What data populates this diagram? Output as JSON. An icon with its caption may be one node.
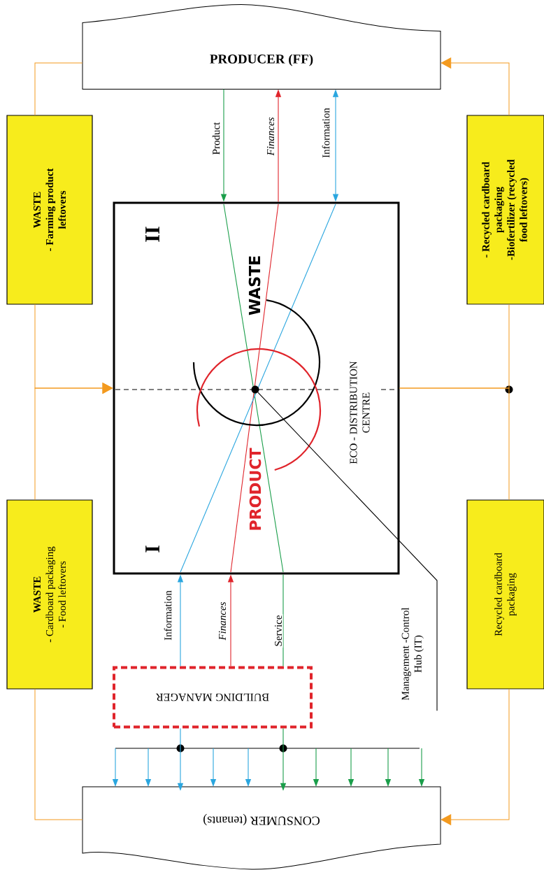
{
  "diagram": {
    "nodes": [
      {
        "text": [
          "PRODUCER (FF)"
        ]
      },
      {
        "text": [
          "WASTE",
          "- Farming product leftovers"
        ]
      },
      {
        "text": [
          "- Recycled cardboard packaging",
          "-Biofertilizer (recycled food leftovers)"
        ]
      },
      {
        "text": [
          "ECO - DISTRIBUTION CENTRE"
        ]
      },
      {
        "text": [],
        "shape": "circle",
        "in": 3
      },
      {
        "text": [
          "WASTE",
          "- Cardboard packaging",
          "- Food leftovers"
        ]
      },
      {
        "text": [
          "Recycled cardboard packaging"
        ]
      },
      {
        "text": [
          "BUILDING MANAGER"
        ]
      },
      {
        "text": [
          "Management -Control Hub (IT)"
        ]
      },
      {
        "text": [
          "CONSUMER (tenants)"
        ]
      }
    ],
    "edges": [
      {
        "from": 0,
        "to": 3,
        "arrow": "to",
        "label": "Product",
        "color": "#1a9e4a"
      },
      {
        "from": 3,
        "to": 0,
        "arrow": "to",
        "label": "Finances",
        "color": "#e0242b"
      },
      {
        "from": 0,
        "to": 3,
        "arrow": "both",
        "label": "Information",
        "color": "#2aa6df"
      },
      {
        "from": 0,
        "to": 1,
        "arrow": "none"
      },
      {
        "from": 1,
        "to": 3,
        "arrow": "to"
      },
      {
        "from": 2,
        "to": 0,
        "arrow": "to"
      },
      {
        "from": 3,
        "to": 2,
        "arrow": "none"
      },
      {
        "from": 5,
        "to": 3,
        "arrow": "to"
      },
      {
        "from": 3,
        "to": 6,
        "arrow": "none"
      },
      {
        "from": 8,
        "to": 4,
        "arrow": "none",
        "color": "#000000"
      },
      {
        "from": 7,
        "to": 3,
        "arrow": "to",
        "label": "Information",
        "color": "#2aa6df"
      },
      {
        "from": 7,
        "to": 3,
        "arrow": "to",
        "label": "Finances",
        "color": "#e0242b"
      },
      {
        "from": 3,
        "to": 7,
        "arrow": "none",
        "label": "Service",
        "color": "#1a9e4a"
      },
      {
        "from": 7,
        "to": 9,
        "arrow": "to",
        "color": "#2aa6df"
      },
      {
        "from": 5,
        "to": 9,
        "arrow": "none"
      },
      {
        "from": 6,
        "to": 9,
        "arrow": "to"
      },
      {
        "from": 7,
        "to": 9,
        "arrow": "to",
        "color": "#1a9e4a"
      }
    ],
    "labels": [
      "II",
      "WASTE",
      "PRODUCT",
      "I"
    ]
  }
}
